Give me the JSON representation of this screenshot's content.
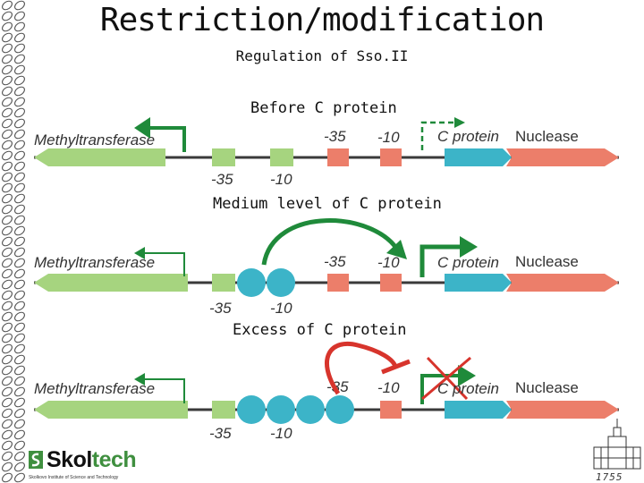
{
  "title": "Restriction/modification",
  "subtitle": "Regulation of Sso.II",
  "panels": [
    {
      "label": "Before C protein",
      "gene_left": "Methyltransferase",
      "gene_c": "C protein",
      "gene_nuclease": "Nuclease",
      "left_minus35": "-35",
      "left_minus10": "-10",
      "right_minus35": "-35",
      "right_minus10": "-10"
    },
    {
      "label": "Medium level of C protein",
      "gene_left": "Methyltransferase",
      "gene_c": "C protein",
      "gene_nuclease": "Nuclease",
      "left_minus35": "-35",
      "left_minus10": "-10",
      "right_minus35": "-35",
      "right_minus10": "-10"
    },
    {
      "label": "Excess of C protein",
      "gene_left": "Methyltransferase",
      "gene_c": "C protein",
      "gene_nuclease": "Nuclease",
      "left_minus35": "-35",
      "left_minus10": "-10",
      "right_minus35": "-35",
      "right_minus10": "-10"
    }
  ],
  "logo": {
    "word_a": "Skol",
    "word_b": "tech",
    "tagline": "Skolkovo Institute of Science and Technology"
  },
  "year": "1755",
  "colors": {
    "green_gene": "#a6d47f",
    "salmon": "#ec7e6a",
    "teal": "#3cb4c8",
    "arrow_green": "#1f8a3a",
    "repress_red": "#d7342c",
    "dna_line": "#3a3a3a",
    "background": "#ffffff"
  }
}
